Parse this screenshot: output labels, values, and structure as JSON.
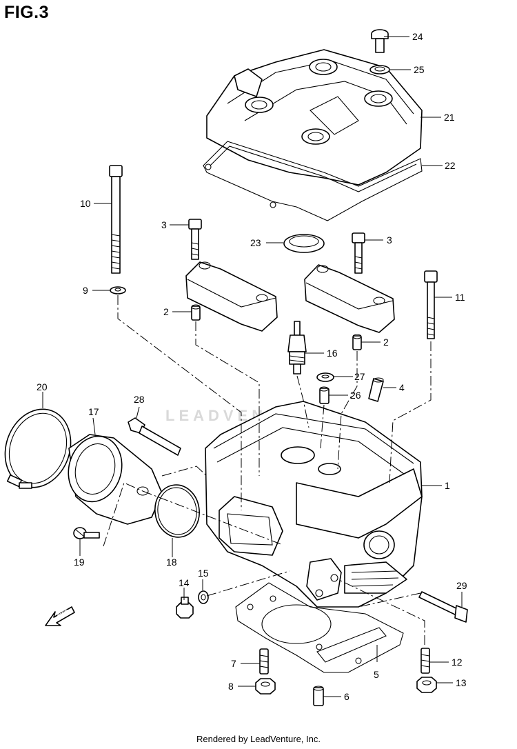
{
  "title": "FIG.3",
  "footer": "Rendered by LeadVenture, Inc.",
  "watermark": "LEADVENTURE",
  "fwd_label": "FWD",
  "callouts": {
    "c1": "1",
    "c2a": "2",
    "c2b": "2",
    "c3a": "3",
    "c3b": "3",
    "c4": "4",
    "c5": "5",
    "c6": "6",
    "c7": "7",
    "c8": "8",
    "c9": "9",
    "c10": "10",
    "c11": "11",
    "c12": "12",
    "c13": "13",
    "c14": "14",
    "c15": "15",
    "c16": "16",
    "c17": "17",
    "c18": "18",
    "c19": "19",
    "c20": "20",
    "c21": "21",
    "c22": "22",
    "c23": "23",
    "c24": "24",
    "c25": "25",
    "c26": "26",
    "c27": "27",
    "c28": "28",
    "c29": "29"
  }
}
